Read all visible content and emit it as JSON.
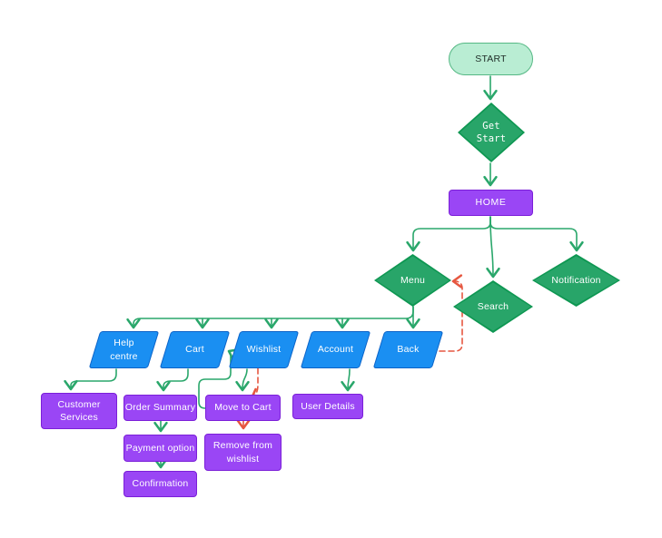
{
  "colors": {
    "background": "#ffffff",
    "edge_green": "#2aa76b",
    "edge_red": "#e65740",
    "terminator_fill": "#b9edd3",
    "terminator_border": "#55b884",
    "terminator_text": "#1e2b26",
    "decision_fill": "#28a569",
    "decision_border": "#0e9752",
    "process_fill": "#9a46f5",
    "process_border": "#7b1fd8",
    "io_fill": "#1a8ff2",
    "io_border": "#0c63c8",
    "node_text": "#ffffff"
  },
  "nodes": {
    "start": {
      "label": "START",
      "type": "terminator"
    },
    "get_start": {
      "lines": [
        "Get",
        "Start"
      ],
      "type": "decision"
    },
    "home": {
      "label": "HOME",
      "type": "process"
    },
    "menu": {
      "label": "Menu",
      "type": "decision"
    },
    "search": {
      "label": "Search",
      "type": "decision"
    },
    "notification": {
      "label": "Notification",
      "type": "decision"
    },
    "help_centre": {
      "lines": [
        "Help",
        "centre"
      ],
      "type": "input-output"
    },
    "cart": {
      "label": "Cart",
      "type": "input-output"
    },
    "wishlist": {
      "label": "Wishlist",
      "type": "input-output"
    },
    "account": {
      "label": "Account",
      "type": "input-output"
    },
    "back": {
      "label": "Back",
      "type": "input-output"
    },
    "customer_services": {
      "lines": [
        "Customer",
        "Services"
      ],
      "type": "process"
    },
    "order_summary": {
      "label": "Order Summary",
      "type": "process"
    },
    "move_to_cart": {
      "label": "Move to Cart",
      "type": "process"
    },
    "user_details": {
      "label": "User Details",
      "type": "process"
    },
    "payment_option": {
      "label": "Payment option",
      "type": "process"
    },
    "remove_from_wishlist": {
      "lines": [
        "Remove from",
        "wishlist"
      ],
      "type": "process"
    },
    "confirmation": {
      "label": "Confirmation",
      "type": "process"
    }
  },
  "edges": [
    {
      "from": "start",
      "to": "get_start",
      "style": "solid",
      "color": "green"
    },
    {
      "from": "get_start",
      "to": "home",
      "style": "solid",
      "color": "green"
    },
    {
      "from": "home",
      "to": "menu",
      "style": "solid",
      "color": "green"
    },
    {
      "from": "home",
      "to": "search",
      "style": "solid",
      "color": "green"
    },
    {
      "from": "home",
      "to": "notification",
      "style": "solid",
      "color": "green"
    },
    {
      "from": "menu",
      "to": "help_centre",
      "style": "solid",
      "color": "green"
    },
    {
      "from": "menu",
      "to": "cart",
      "style": "solid",
      "color": "green"
    },
    {
      "from": "menu",
      "to": "wishlist",
      "style": "solid",
      "color": "green"
    },
    {
      "from": "menu",
      "to": "account",
      "style": "solid",
      "color": "green"
    },
    {
      "from": "menu",
      "to": "back",
      "style": "solid",
      "color": "green"
    },
    {
      "from": "help_centre",
      "to": "customer_services",
      "style": "solid",
      "color": "green"
    },
    {
      "from": "cart",
      "to": "order_summary",
      "style": "solid",
      "color": "green"
    },
    {
      "from": "wishlist",
      "to": "move_to_cart",
      "style": "solid",
      "color": "green"
    },
    {
      "from": "account",
      "to": "user_details",
      "style": "solid",
      "color": "green"
    },
    {
      "from": "order_summary",
      "to": "payment_option",
      "style": "solid",
      "color": "green"
    },
    {
      "from": "payment_option",
      "to": "confirmation",
      "style": "solid",
      "color": "green"
    },
    {
      "from": "move_to_cart",
      "to": "cart",
      "style": "solid",
      "color": "green"
    },
    {
      "from": "back",
      "to": "menu",
      "style": "dashed",
      "color": "red"
    },
    {
      "from": "wishlist",
      "to": "move_to_cart",
      "style": "dashed",
      "color": "red"
    },
    {
      "from": "move_to_cart",
      "to": "remove_from_wishlist",
      "style": "dashed",
      "color": "red"
    }
  ]
}
